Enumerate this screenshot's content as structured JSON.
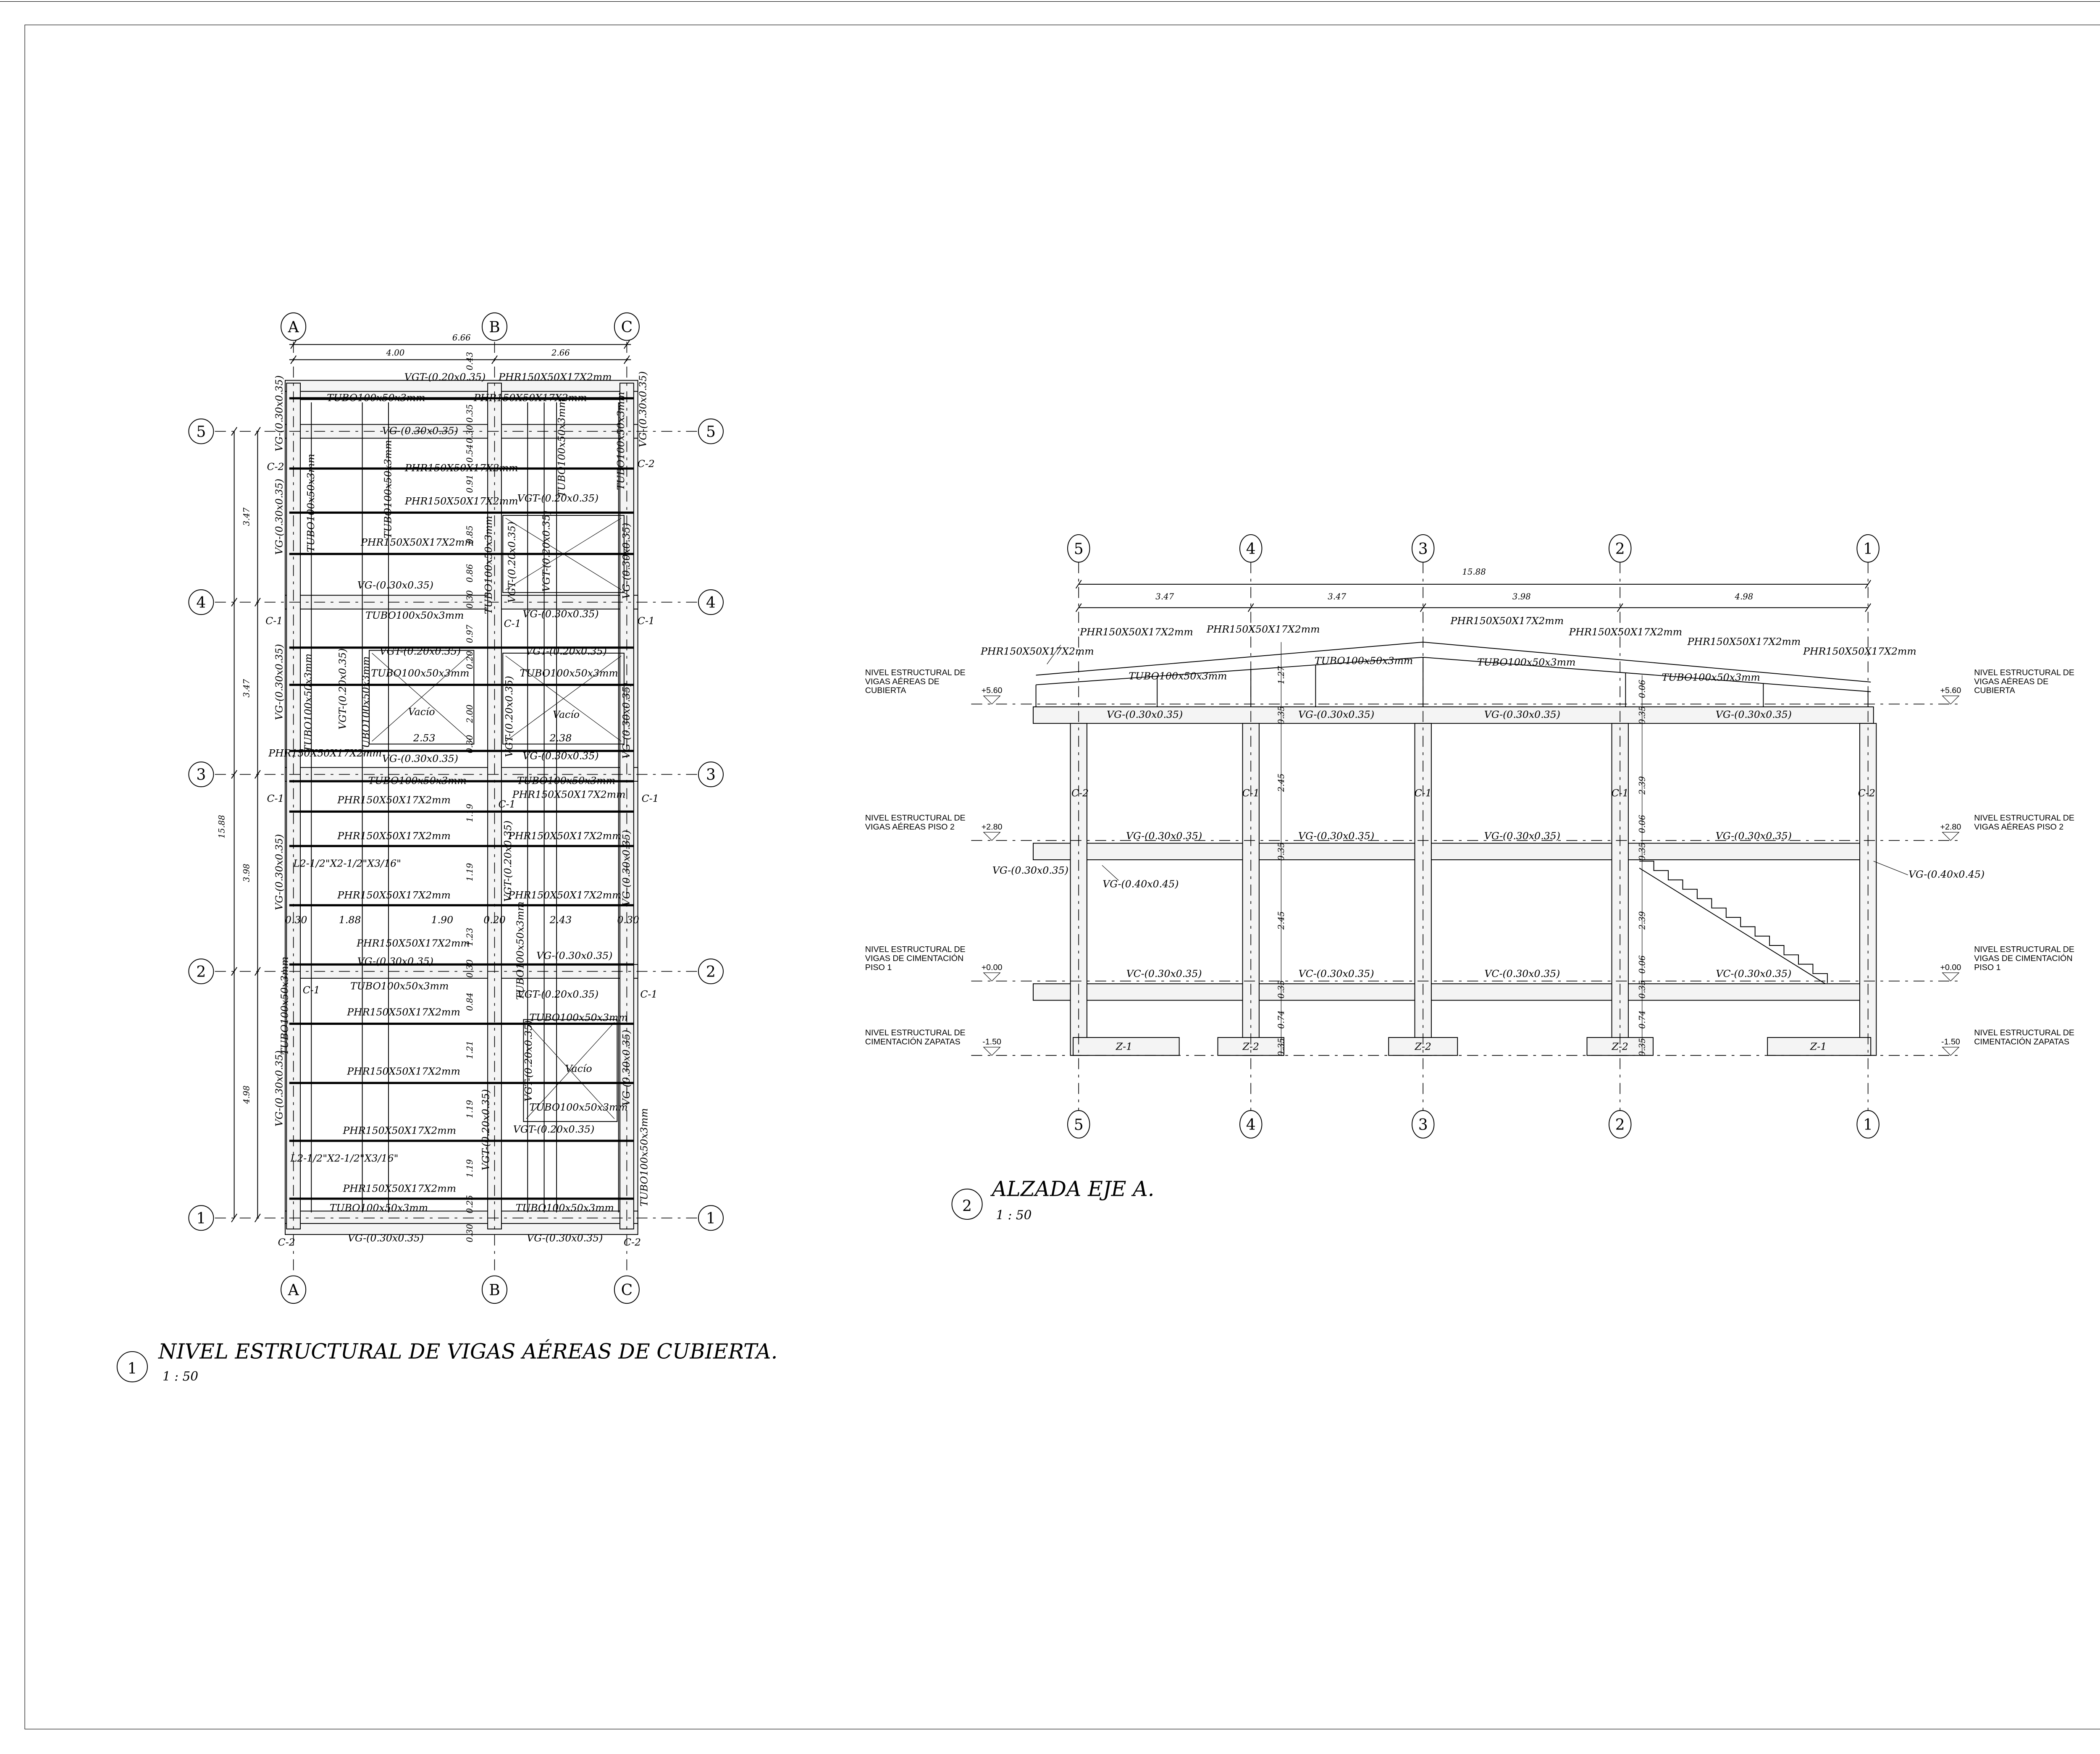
{
  "plan": {
    "number": "1",
    "title": "NIVEL ESTRUCTURAL DE VIGAS AÉREAS DE CUBIERTA.",
    "scale": "1 : 50",
    "grid_cols": [
      "A",
      "B",
      "C"
    ],
    "grid_rows": [
      "5",
      "4",
      "3",
      "2",
      "1"
    ],
    "dim_total_h": "6.66",
    "dim_spans_h": [
      "4.00",
      "2.66"
    ],
    "dim_total_v": "15.88",
    "dim_spans_v": [
      "3.47",
      "3.47",
      "3.98",
      "4.98"
    ],
    "labels": [
      "VGT-(0.20x0.35)",
      "PHR150X50X17X2mm",
      "TUBO100x50x3mm",
      "PHR150X50X17X2mm",
      "VG-(0.30x0.35)",
      "PHR150X50X17X2mm",
      "PHR150X50X17X2mm",
      "VGT-(0.20x0.35)",
      "PHR150X50X17X2mm",
      "VG-(0.30x0.35)",
      "TUBO100x50x3mm",
      "VG-(0.30x0.35)",
      "VGT-(0.20x0.35)",
      "VGT-(0.20x0.35)",
      "TUBO100x50x3mm",
      "TUBO100x50x3mm",
      "Vacío",
      "Vacío",
      "Vacío",
      "2.53",
      "2.38",
      "PHR150X50X17X2mm",
      "VG-(0.30x0.35)",
      "VG-(0.30x0.35)",
      "TUBO100x50x3mm",
      "TUBO100x50x3mm",
      "PHR150X50X17X2mm",
      "PHR150X50X17X2mm",
      "PHR150X50X17X2mm",
      "PHR150X50X17X2mm",
      "L2-1/2\"X2-1/2\"X3/16\"",
      "PHR150X50X17X2mm",
      "PHR150X50X17X2mm",
      "0.30",
      "1.88",
      "1.90",
      "0.20",
      "2.43",
      "0.30",
      "PHR150X50X17X2mm",
      "VG-(0.30x0.35)",
      "VG-(0.30x0.35)",
      "TUBO100x50x3mm",
      "VGT-(0.20x0.35)",
      "TUBO100x50x3mm",
      "PHR150X50X17X2mm",
      "PHR150X50X17X2mm",
      "TUBO100x50x3mm",
      "PHR150X50X17X2mm",
      "VGT-(0.20x0.35)",
      "L2-1/2\"X2-1/2\"X3/16\"",
      "PHR150X50X17X2mm",
      "TUBO100x50x3mm",
      "TUBO100x50x3mm",
      "VG-(0.30x0.35)",
      "VG-(0.30x0.35)",
      "C-2",
      "C-2",
      "C-1",
      "C-1",
      "C-1",
      "C-1",
      "C-1",
      "C-1",
      "C-1",
      "C-1",
      "C-2",
      "C-2"
    ],
    "vertical_labels": [
      "VG-(0.30x0.35)",
      "VG-(0.30x0.35)",
      "VG-(0.30x0.35)",
      "VG-(0.30x0.35)",
      "VG-(0.30x0.35)",
      "VG-(0.30x0.35)",
      "VG-(0.30x0.35)",
      "VG-(0.30x0.35)",
      "VG-(0.30x0.35)",
      "VG-(0.30x0.35)",
      "TUBO100x50x3mm",
      "TUBO100x50x3mm",
      "TUBO100x50x3mm",
      "TUBO100x50x3mm",
      "TUBO100x50x3mm",
      "TUBO100x50x3mm",
      "TUBO100x50x3mm",
      "TUBO100x50x3mm",
      "VGT-(0.20x0.35)",
      "VGT-(0.20x0.35)",
      "VGT-(0.20x0.35)",
      "VGT-(0.20x0.35)",
      "VGT-(0.20x0.35)",
      "VGT-(0.20x0.35)",
      "VGT-(0.20x0.35)",
      "TUBO100x50x3mm",
      "TUBO100x50x3mm",
      "0.43",
      "0.35",
      "0.30",
      "0.54",
      "0.91",
      "0.85",
      "0.86",
      "0.30",
      "0.97",
      "0.20",
      "2.00",
      "0.30",
      "1.19",
      "1.19",
      "1.23",
      "0.30",
      "0.84",
      "1.21",
      "1.19",
      "1.19",
      "0.25",
      "0.30"
    ]
  },
  "elevation": {
    "number": "2",
    "title": "ALZADA EJE A.",
    "scale": "1 : 50",
    "grid": [
      "5",
      "4",
      "3",
      "2",
      "1"
    ],
    "dim_total": "15.88",
    "dim_spans": [
      "3.47",
      "3.47",
      "3.98",
      "4.98"
    ],
    "levels": [
      {
        "label": "NIVEL ESTRUCTURAL DE\nVIGAS AÉREAS DE\nCUBIERTA",
        "value": "+5.60"
      },
      {
        "label": "NIVEL ESTRUCTURAL DE\nVIGAS AÉREAS PISO 2",
        "value": "+2.80"
      },
      {
        "label": "NIVEL ESTRUCTURAL DE\nVIGAS DE CIMENTACIÓN\nPISO 1",
        "value": "+0.00"
      },
      {
        "label": "NIVEL ESTRUCTURAL DE\nCIMENTACIÓN ZAPATAS",
        "value": "-1.50"
      }
    ],
    "labels": [
      "PHR150X50X17X2mm",
      "PHR150X50X17X2mm",
      "PHR150X50X17X2mm",
      "PHR150X50X17X2mm",
      "PHR150X50X17X2mm",
      "PHR150X50X17X2mm",
      "PHR150X50X17X2mm",
      "TUBO100x50x3mm",
      "TUBO100x50x3mm",
      "TUBO100x50x3mm",
      "TUBO100x50x3mm",
      "VG-(0.30x0.35)",
      "VG-(0.30x0.35)",
      "VG-(0.30x0.35)",
      "VG-(0.30x0.35)",
      "VG-(0.30x0.35)",
      "VG-(0.30x0.35)",
      "VG-(0.30x0.35)",
      "VG-(0.30x0.35)",
      "VG-(0.30x0.35)",
      "VG-(0.40x0.45)",
      "VG-(0.40x0.45)",
      "VC-(0.30x0.35)",
      "VC-(0.30x0.35)",
      "VC-(0.30x0.35)",
      "VC-(0.30x0.35)",
      "Z-1",
      "Z-2",
      "Z-2",
      "Z-2",
      "Z-1",
      "C-2",
      "C-1",
      "C-1",
      "C-1",
      "C-2"
    ],
    "vertical_dims": [
      "1.27",
      "0.35",
      "2.45",
      "0.35",
      "2.45",
      "0.35",
      "0.74",
      "0.35",
      "0.06",
      "0.35",
      "2.39",
      "0.06",
      "0.35",
      "2.39",
      "0.06",
      "0.35",
      "0.74",
      "0.35"
    ]
  }
}
